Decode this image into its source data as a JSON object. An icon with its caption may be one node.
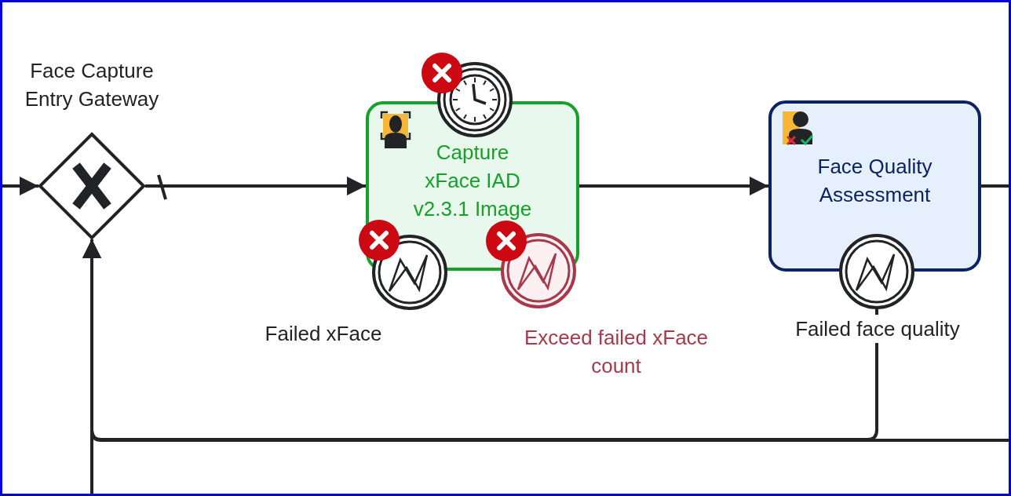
{
  "diagram": {
    "nodes": [
      {
        "text": [],
        "shape": "diamond",
        "beside": [
          "Face Capture Entry Gateway"
        ]
      },
      {
        "text": [
          "Capture xFace IAD v2.3.1 Image"
        ]
      },
      {
        "text": [],
        "shape": "circle"
      },
      {
        "text": [],
        "shape": "circle",
        "beside": [
          "Failed xFace"
        ]
      },
      {
        "text": [],
        "shape": "circle",
        "beside": [
          "Exceed failed xFace count"
        ]
      },
      {
        "text": [
          "Face Quality Assessment"
        ]
      },
      {
        "text": [],
        "shape": "circle",
        "beside": [
          "Failed face quality"
        ]
      }
    ],
    "edges": [
      {
        "from": null,
        "to": 0,
        "arrow": "to"
      },
      {
        "from": 0,
        "to": 1,
        "arrow": "to"
      },
      {
        "from": 1,
        "to": 5,
        "arrow": "to"
      },
      {
        "from": 5,
        "to": null,
        "arrow": "none"
      },
      {
        "from": 6,
        "to": 0,
        "arrow": "to"
      },
      {
        "from": null,
        "to": 0,
        "arrow": "to"
      },
      {
        "from": null,
        "to": 0,
        "arrow": "to"
      }
    ]
  }
}
